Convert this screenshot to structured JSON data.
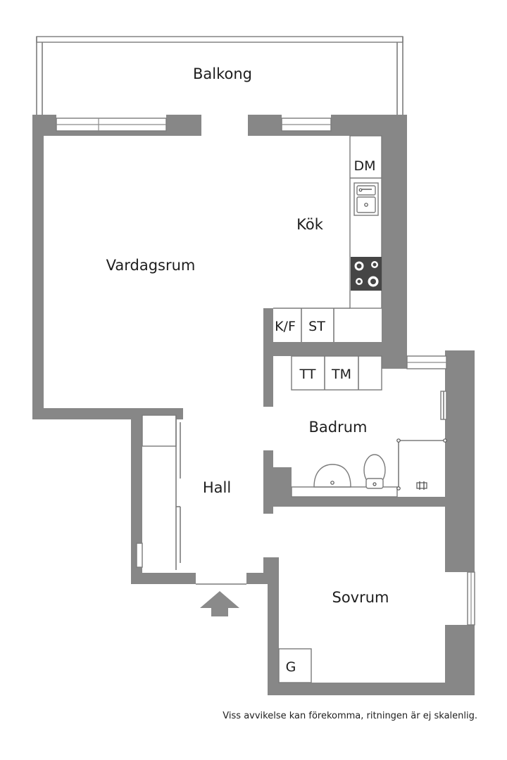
{
  "rooms": {
    "balkong": "Balkong",
    "vardagsrum": "Vardagsrum",
    "kok": "Kök",
    "hall": "Hall",
    "badrum": "Badrum",
    "sovrum": "Sovrum"
  },
  "appliances": {
    "dm": "DM",
    "kf": "K/F",
    "st": "ST",
    "tt": "TT",
    "tm": "TM",
    "g": "G"
  },
  "disclaimer": "Viss avvikelse kan förekomma, ritningen är ej skalenlig.",
  "colors": {
    "wall": "#878787",
    "entrance_arrow": "#8a8a8a",
    "text": "#1e1e1e"
  },
  "icons": [
    "entrance-arrow-icon",
    "sink-icon",
    "stove-icon",
    "washbasin-icon",
    "toilet-icon",
    "faucet-icon"
  ]
}
